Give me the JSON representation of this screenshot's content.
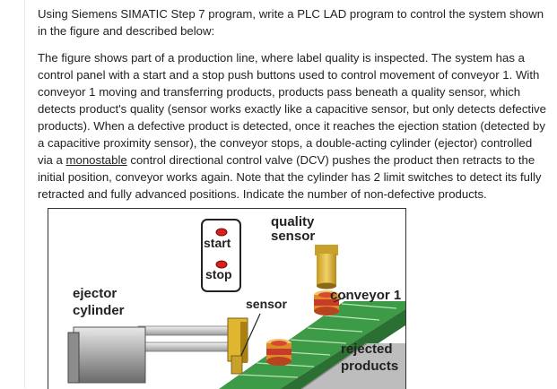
{
  "question": {
    "intro": "Using Siemens SIMATIC Step 7 program, write a PLC LAD program to control the system shown in the figure and described below:",
    "paragraph_lines": [
      "The figure shows part of a production line, where label quality is inspected. The system has a control",
      "panel with a start and a stop push buttons used to control movement of conveyor 1. With conveyor 1",
      "moving and transferring products, products pass beneath a quality sensor, which detects product's",
      "quality (sensor works exactly like a capacitive sensor, but only detects defective products). When a",
      "defective product is detected, once it reaches the ejection station (detected by a capacitive proximity",
      "sensor), the conveyor stops, a double-acting cylinder (ejector) controlled via a ",
      "monostable",
      " control",
      "directional control valve (DCV) pushes the product then retracts to the initial position, conveyor works",
      "again. Note that the cylinder has 2 limit switches to detect its fully retracted and fully advanced",
      "positions. Indicate the number of non-defective products."
    ]
  },
  "figure": {
    "labels": {
      "start": "start",
      "stop": "stop",
      "quality_sensor_1": "quality",
      "quality_sensor_2": "sensor",
      "ejector_1": "ejector",
      "ejector_2": "cylinder",
      "sensor": "sensor",
      "conveyor": "conveyor 1",
      "rejected_1": "rejected",
      "rejected_2": "products"
    },
    "colors": {
      "conveyor_belt": "#3d9a47",
      "button_red": "#d8201c",
      "sensor_yellow": "#e3b92c",
      "product_yellow": "#f2b23a",
      "product_red": "#c83a2a",
      "cylinder_gray": "#9a9a9a"
    }
  }
}
